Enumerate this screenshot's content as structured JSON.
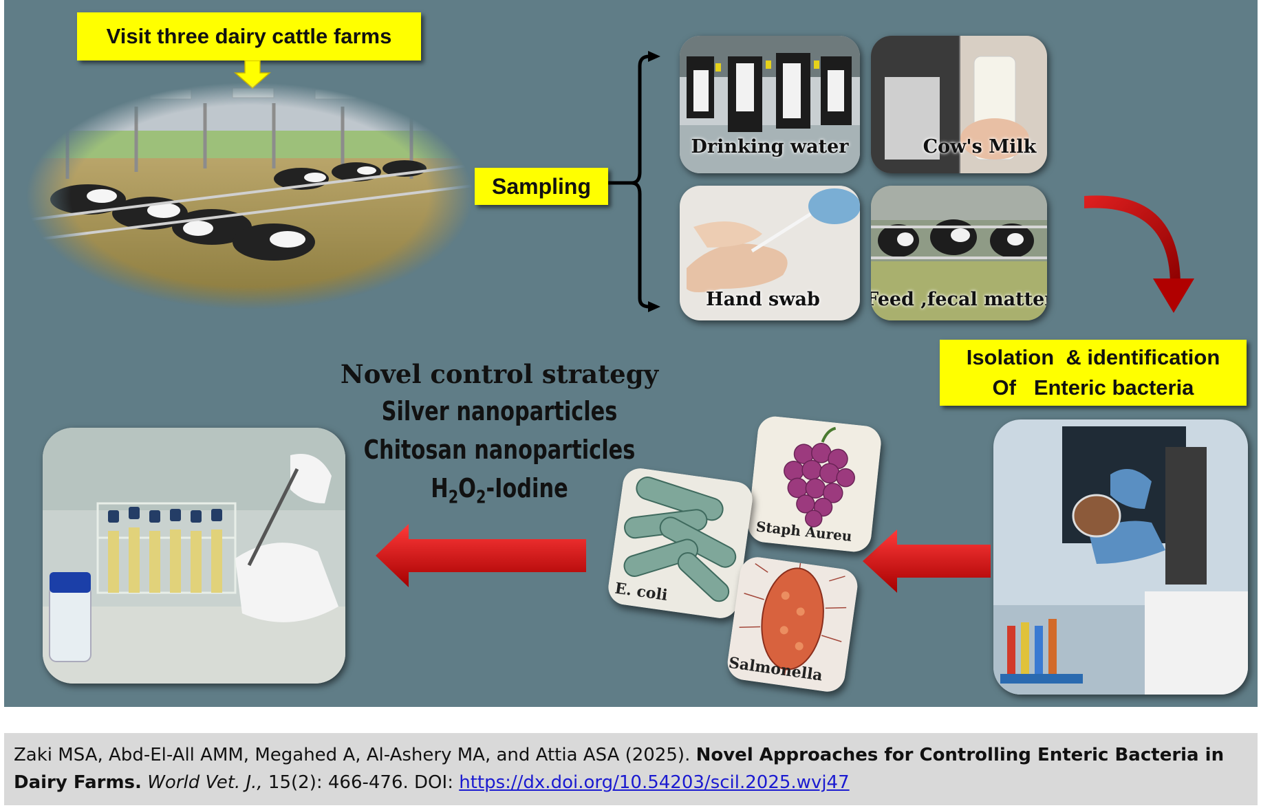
{
  "farm": {
    "title": "Visit three dairy cattle farms"
  },
  "sampling": {
    "label": "Sampling",
    "samples": [
      {
        "label": "Drinking water"
      },
      {
        "label": "Cow's Milk"
      },
      {
        "label": "Hand swab"
      },
      {
        "label": "Feed ,fecal matter"
      }
    ]
  },
  "isolation": {
    "line1": "Isolation  & identification",
    "line2": "Of   Enteric bacteria"
  },
  "bacteria": [
    {
      "label": "Staph Aureu"
    },
    {
      "label": "E. coli"
    },
    {
      "label": "Salmonella"
    }
  ],
  "strategy": {
    "heading": "Novel control strategy",
    "item1": "Silver nanoparticles",
    "item2": "Chitosan nanoparticles",
    "item3_pre": "H",
    "item3_sub1": "2",
    "item3_mid": "O",
    "item3_sub2": "2",
    "item3_post": "-Iodine"
  },
  "citation": {
    "authors": "Zaki MSA, Abd-El-All AMM, Megahed A, Al-Ashery MA, and Attia ASA (2025). ",
    "title": "Novel Approaches for Controlling Enteric Bacteria in Dairy Farms.",
    "journal": "World Vet. J.,",
    "details": " 15(2): 466-476. DOI: ",
    "doi": "https://dx.doi.org/10.54203/scil.2025.wvj47"
  },
  "colors": {
    "panel_bg": "#607d87",
    "label_box": "#ffff00",
    "arrow_red": "#cc0000",
    "citation_bg": "#d9d9d9",
    "link": "#1a1ad0"
  }
}
